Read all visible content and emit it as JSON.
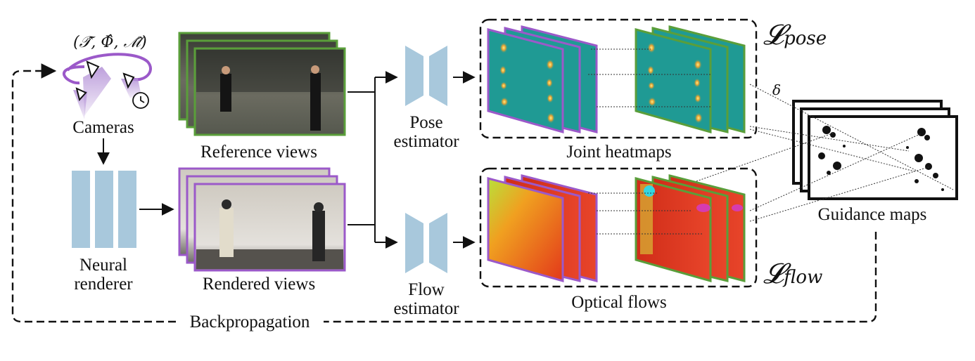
{
  "camera_params": "(𝒯̂, Φ̂, ℳ̂)",
  "labels": {
    "cameras": "Cameras",
    "reference_views": "Reference views",
    "neural_renderer_line1": "Neural",
    "neural_renderer_line2": "renderer",
    "rendered_views": "Rendered views",
    "pose_estimator_line1": "Pose",
    "pose_estimator_line2": "estimator",
    "flow_estimator_line1": "Flow",
    "flow_estimator_line2": "estimator",
    "joint_heatmaps": "Joint heatmaps",
    "optical_flows": "Optical flows",
    "guidance_maps": "Guidance maps",
    "backpropagation": "Backpropagation",
    "delta": "δ"
  },
  "losses": {
    "pose_symbol": "𝓛",
    "pose_subscript": "pose",
    "flow_symbol": "𝓛",
    "flow_subscript": "flow"
  },
  "colors": {
    "reference_border": "#5a9e3a",
    "rendered_border": "#9b59c9",
    "network_block": "#a8c8dc",
    "heatmap_bg": "#1f9a94",
    "flow_left_a": "#c9e23a",
    "flow_left_b": "#e8421c",
    "camera_arc": "#9b59c9"
  }
}
